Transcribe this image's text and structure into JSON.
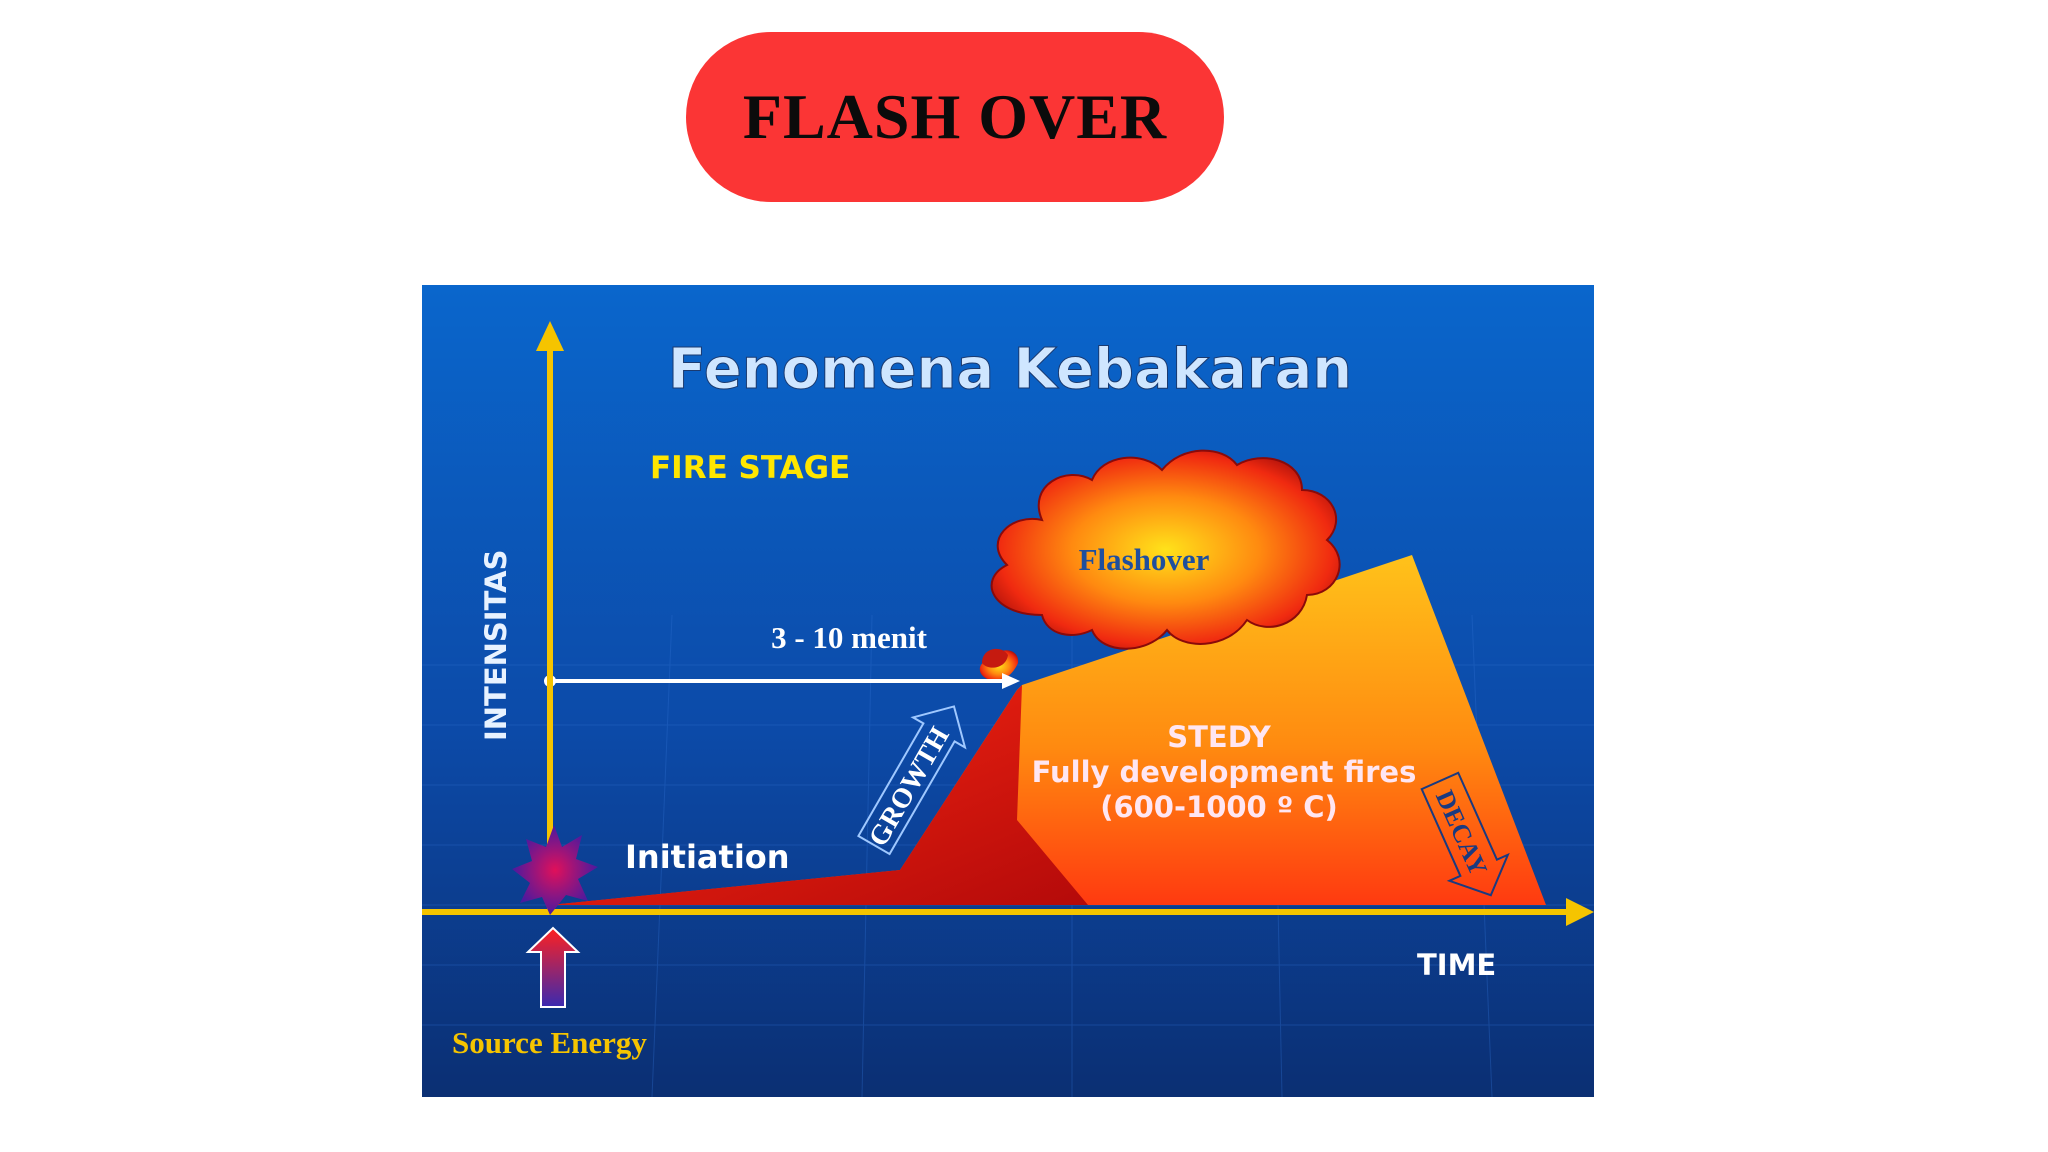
{
  "page_title": "FLASH OVER",
  "diagram": {
    "heading": "Fenomena Kebakaran",
    "fire_stage_label": "FIRE STAGE",
    "y_axis_label": "INTENSITAS",
    "x_axis_label": "TIME",
    "source_label": "Source Energy",
    "initiation_label": "Initiation",
    "growth_label": "GROWTH",
    "decay_label": "DECAY",
    "flashover_label": "Flashover",
    "time_label": "3 - 10 menit",
    "steady": {
      "line1": "STEDY",
      "line2": "Fully development fires",
      "line3": "(600-1000 º C)"
    }
  },
  "colors": {
    "title_pill": "#fb3535",
    "panel_top": "#0a63c7",
    "panel_bottom": "#0b2f73",
    "axis": "#f5c400",
    "heading_text": "#cfe6ff",
    "fire_stage_text": "#ffe600",
    "source_text": "#f5c400",
    "flashover_text": "#1f4f9e",
    "steady_text": "#ffe6f2"
  }
}
